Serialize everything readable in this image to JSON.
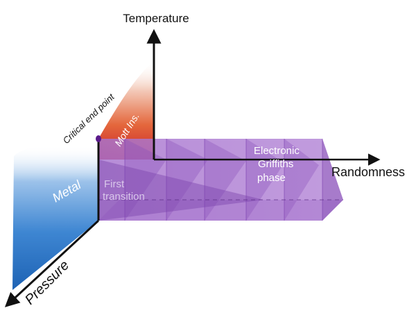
{
  "axes": {
    "temperature": "Temperature",
    "randomness": "Randomness",
    "pressure": "Pressure"
  },
  "regions": {
    "metal": "Metal",
    "mott": "Mott Ins.",
    "critical_point": "Critical end point",
    "first_transition_line1": "First",
    "first_transition_line2": "transition",
    "griffiths_line1": "Electronic",
    "griffiths_line2": "Griffiths",
    "griffiths_line3": "phase"
  },
  "colors": {
    "metal": "#1f6fc0",
    "mott": "#d9372a",
    "griffiths": "#9d5fc4",
    "axis": "#111111"
  }
}
